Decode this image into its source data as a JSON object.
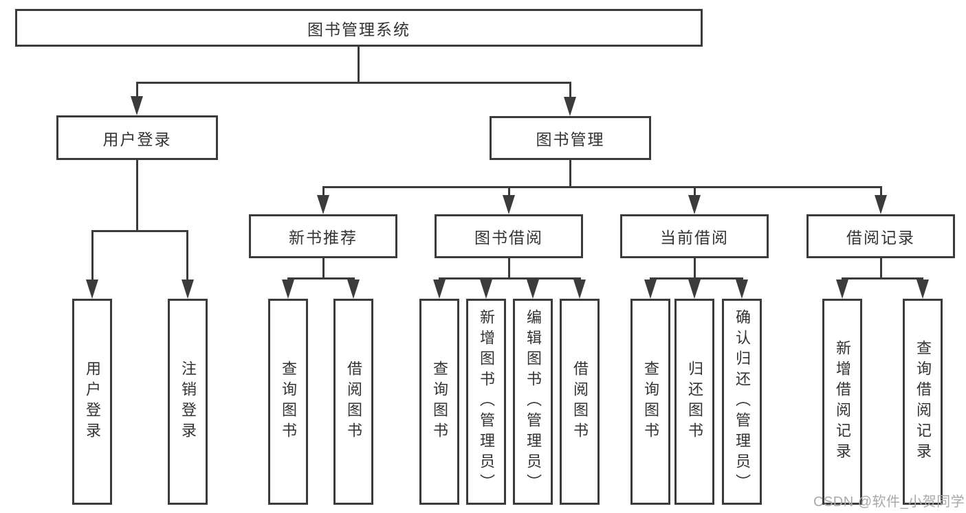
{
  "colors": {
    "line": "#3b3b3b",
    "text": "#333333",
    "watermark": "#a9a9a9",
    "background": "#ffffff"
  },
  "watermark": "CSDN @软件_小贺同学",
  "nodes": {
    "root": "图书管理系统",
    "user_login": "用户登录",
    "book_mgmt": "图书管理",
    "level3": [
      "新书推荐",
      "图书借阅",
      "当前借阅",
      "借阅记录"
    ],
    "user_login_children": [
      "用户登录",
      "注销登录"
    ],
    "new_books_children": [
      "查询图书",
      "借阅图书"
    ],
    "book_borrow_children": [
      "查询图书",
      "新增图书（管理员）",
      "编辑图书（管理员）",
      "借阅图书"
    ],
    "current_borrow_children": [
      "查询图书",
      "归还图书",
      "确认归还（管理员）"
    ],
    "borrow_records_children": [
      "新增借阅记录",
      "查询借阅记录"
    ]
  }
}
